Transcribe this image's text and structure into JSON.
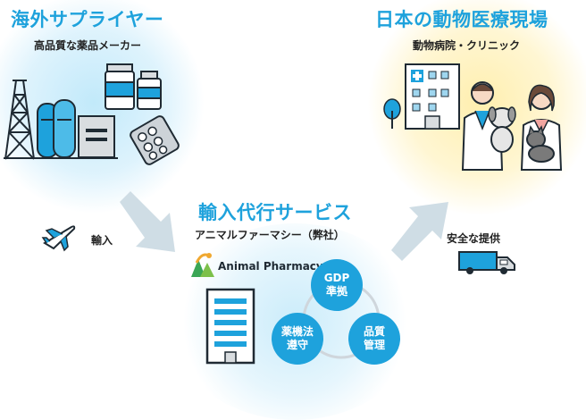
{
  "supplier": {
    "title": "海外サプライヤー",
    "subtitle": "高品質な薬品メーカー"
  },
  "clinic": {
    "title": "日本の動物医療現場",
    "subtitle": "動物病院・クリニック"
  },
  "service": {
    "title": "輸入代行サービス",
    "subtitle": "アニマルファーマシー（弊社）",
    "logo_text": "Animal Pharmacy"
  },
  "flows": {
    "import_label": "輸入",
    "delivery_label": "安全な提供"
  },
  "badges": [
    {
      "line1": "GDP",
      "line2": "準拠"
    },
    {
      "line1": "薬機法",
      "line2": "遵守"
    },
    {
      "line1": "品質",
      "line2": "管理"
    }
  ],
  "colors": {
    "accent": "#1ea2dc",
    "arrow": "#cfdde5",
    "dark": "#1f2a33"
  },
  "icons": [
    "factory-icon",
    "medicine-bottle-icon",
    "pill-pack-icon",
    "hospital-icon",
    "tree-icon",
    "veterinarian-icon",
    "airplane-icon",
    "truck-icon",
    "office-building-icon",
    "logo-icon"
  ]
}
